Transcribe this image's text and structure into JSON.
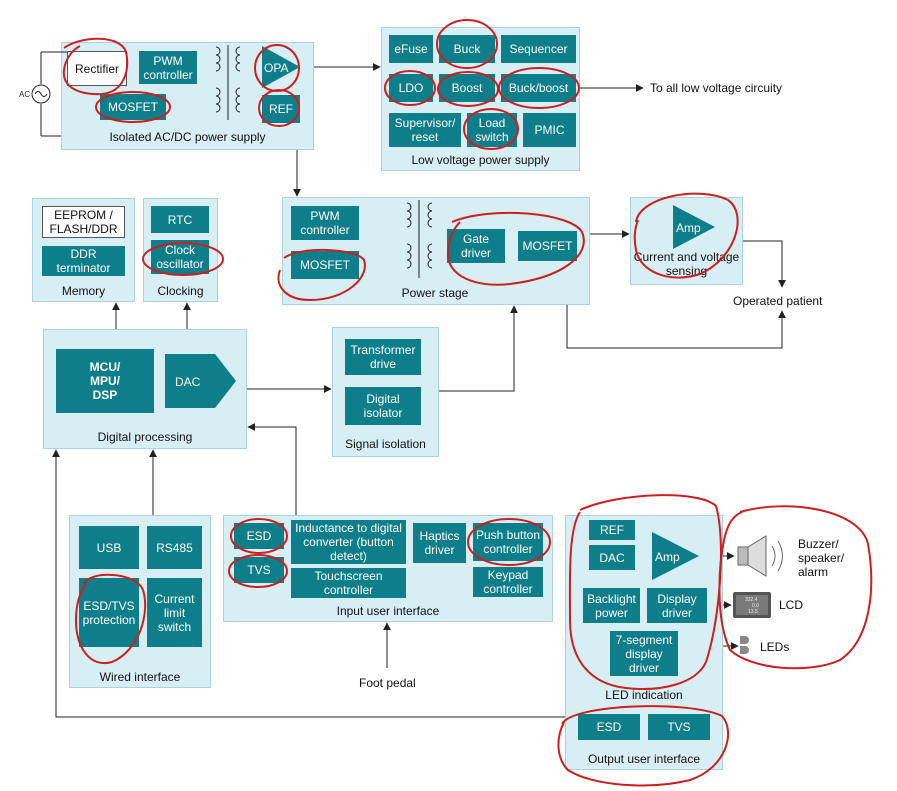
{
  "ac_source": {
    "label": "AC"
  },
  "isolated_acdc": {
    "title": "Isolated AC/DC power supply",
    "rectifier": "Rectifier",
    "pwm_controller": "PWM\ncontroller",
    "mosfet": "MOSFET",
    "opa": "OPA",
    "ref": "REF"
  },
  "low_voltage": {
    "title": "Low voltage power supply",
    "efuse": "eFuse",
    "buck": "Buck",
    "sequencer": "Sequencer",
    "ldo": "LDO",
    "boost": "Boost",
    "buck_boost": "Buck/boost",
    "supervisor": "Supervisor/\nreset",
    "load_switch": "Load\nswitch",
    "pmic": "PMIC",
    "output_label": "To all low voltage circuity"
  },
  "memory": {
    "title": "Memory",
    "eeprom": "EEPROM /\nFLASH/DDR",
    "ddr_terminator": "DDR\nterminator"
  },
  "clocking": {
    "title": "Clocking",
    "rtc": "RTC",
    "clock_oscillator": "Clock\noscillator"
  },
  "power_stage": {
    "title": "Power stage",
    "pwm_controller": "PWM\ncontroller",
    "mosfet_left": "MOSFET",
    "gate_driver": "Gate\ndriver",
    "mosfet_right": "MOSFET"
  },
  "sensing": {
    "title": "Current and voltage\nsensing",
    "amp": "Amp"
  },
  "operated_patient": "Operated patient",
  "digital_processing": {
    "title": "Digital processing",
    "mcu": "MCU/\nMPU/\nDSP",
    "dac": "DAC"
  },
  "signal_isolation": {
    "title": "Signal isolation",
    "transformer_drive": "Transformer\ndrive",
    "digital_isolator": "Digital\nisolator"
  },
  "wired_interface": {
    "title": "Wired interface",
    "usb": "USB",
    "rs485": "RS485",
    "esd_tvs": "ESD/TVS\nprotection",
    "current_limit": "Current\nlimit\nswitch"
  },
  "input_ui": {
    "title": "Input user interface",
    "esd": "ESD",
    "tvs": "TVS",
    "inductance": "Inductance to digital\nconverter (button\ndetect)",
    "haptics": "Haptics\ndriver",
    "push_button": "Push button\ncontroller",
    "touchscreen": "Touchscreen\ncontroller",
    "keypad": "Keypad\ncontroller"
  },
  "foot_pedal": "Foot pedal",
  "output_ui": {
    "title": "Output user interface",
    "led_title": "LED indication",
    "ref": "REF",
    "dac": "DAC",
    "amp": "Amp",
    "backlight": "Backlight\npower",
    "display_driver": "Display\ndriver",
    "seven_segment": "7-segment\ndisplay\ndriver",
    "esd": "ESD",
    "tvs": "TVS"
  },
  "outputs": {
    "buzzer": "Buzzer/\nspeaker/\nalarm",
    "lcd": "LCD",
    "leds": "LEDs",
    "lcd_readout": [
      "332.4",
      "0.0",
      "13.5"
    ]
  },
  "colors": {
    "block": "#0e7f8a",
    "group": "#d6eef4",
    "group_border": "#a9d3de",
    "annotation": "#cc1f1f",
    "line": "#222222"
  }
}
